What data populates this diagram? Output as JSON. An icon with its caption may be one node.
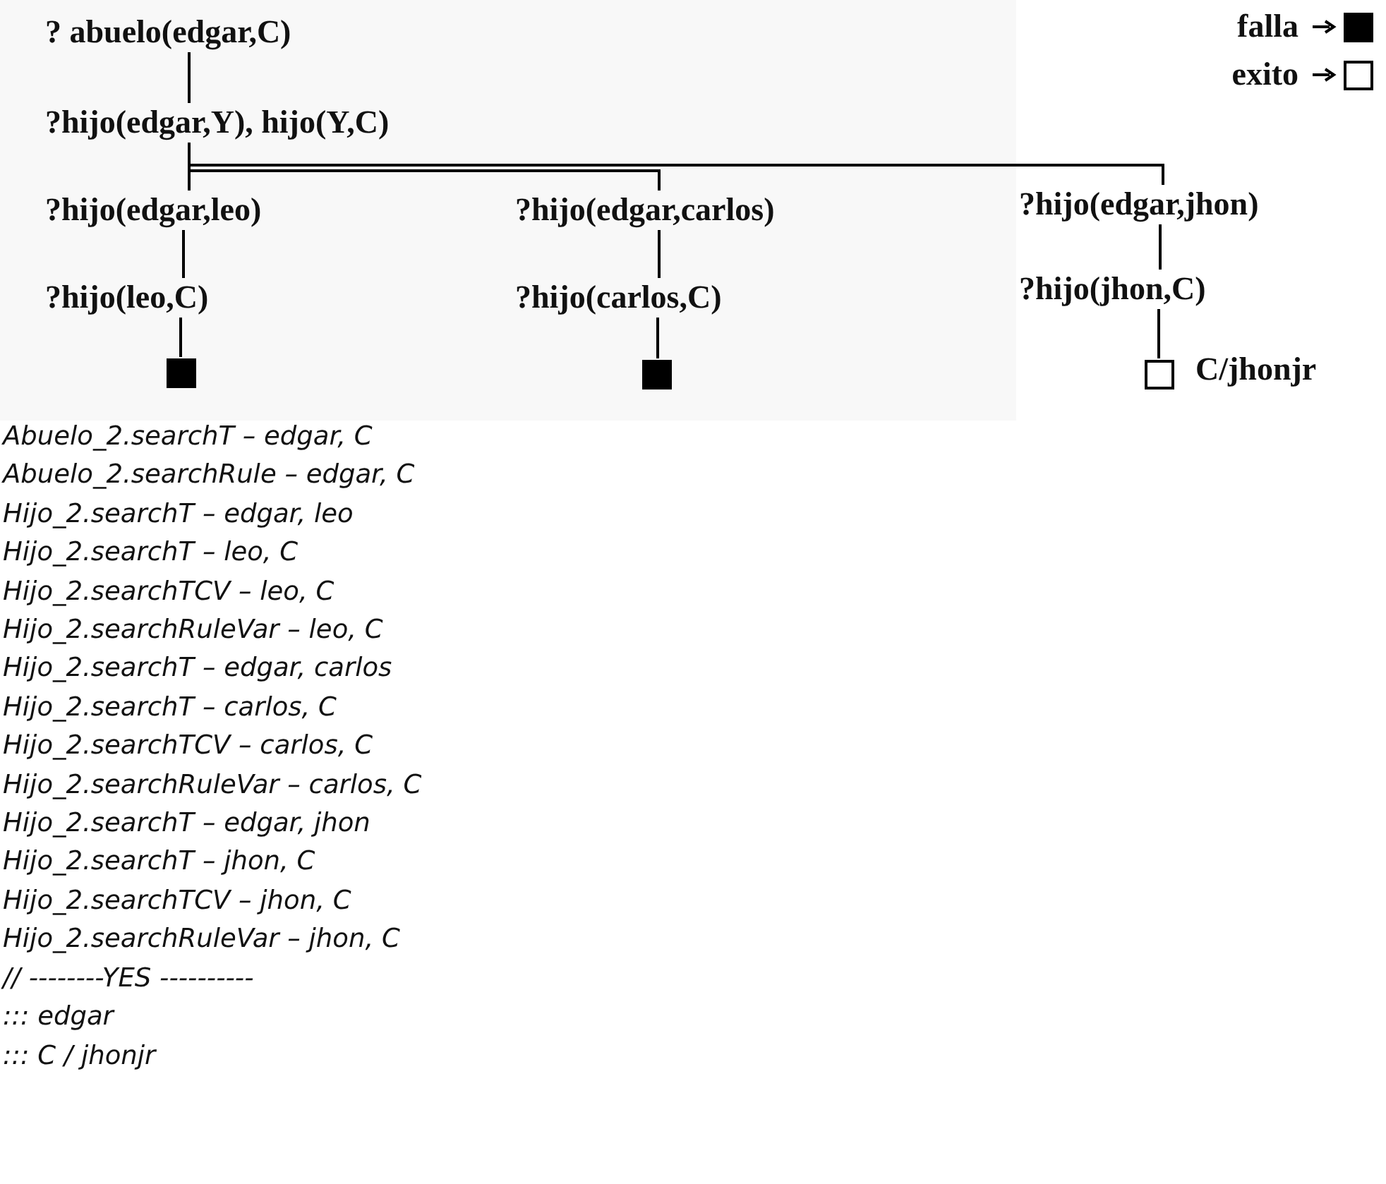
{
  "diagram": {
    "nodes": [
      {
        "text": [
          "? abuelo(edgar,C)"
        ]
      },
      {
        "text": [
          "?hijo(edgar,Y), hijo(Y,C)"
        ]
      },
      {
        "text": [
          "?hijo(edgar,leo)"
        ]
      },
      {
        "text": [
          "?hijo(edgar,carlos)"
        ]
      },
      {
        "text": [
          "?hijo(edgar,jhon)"
        ]
      },
      {
        "text": [
          "?hijo(leo,C)"
        ]
      },
      {
        "text": [
          "?hijo(carlos,C)"
        ]
      },
      {
        "text": [
          "?hijo(jhon,C)"
        ]
      },
      {
        "text": [],
        "shape": "box"
      },
      {
        "text": [],
        "shape": "box"
      },
      {
        "text": [],
        "shape": "box",
        "beside": [
          "C/jhonjr"
        ]
      }
    ],
    "edges": [
      {
        "from": 0,
        "to": 1,
        "arrow": "none"
      },
      {
        "from": 1,
        "to": 2,
        "arrow": "none"
      },
      {
        "from": 1,
        "to": 3,
        "arrow": "none"
      },
      {
        "from": 1,
        "to": 4,
        "arrow": "none"
      },
      {
        "from": 2,
        "to": 5,
        "arrow": "none"
      },
      {
        "from": 3,
        "to": 6,
        "arrow": "none"
      },
      {
        "from": 4,
        "to": 7,
        "arrow": "none"
      },
      {
        "from": 5,
        "to": 8,
        "arrow": "none"
      },
      {
        "from": 6,
        "to": 9,
        "arrow": "none"
      },
      {
        "from": 7,
        "to": 10,
        "arrow": "none"
      }
    ],
    "labels": [
      "Abuelo_2.searchT – edgar, C",
      "Abuelo_2.searchRule – edgar, C",
      "Hijo_2.searchT – edgar, leo",
      "Hijo_2.searchT – leo, C",
      "Hijo_2.searchTCV – leo, C",
      "Hijo_2.searchRuleVar – leo, C",
      "Hijo_2.searchT – edgar, carlos",
      "Hijo_2.searchT – carlos, C",
      "Hijo_2.searchTCV – carlos, C",
      "Hijo_2.searchRuleVar – carlos, C",
      "Hijo_2.searchT – edgar, jhon",
      "Hijo_2.searchT – jhon, C",
      "Hijo_2.searchTCV – jhon, C",
      "Hijo_2.searchRuleVar – jhon, C",
      "// --------YES ----------",
      "::: edgar",
      "::: C / jhonjr"
    ],
    "legend": [
      {
        "text": "falla"
      },
      {
        "text": "exito"
      }
    ]
  }
}
